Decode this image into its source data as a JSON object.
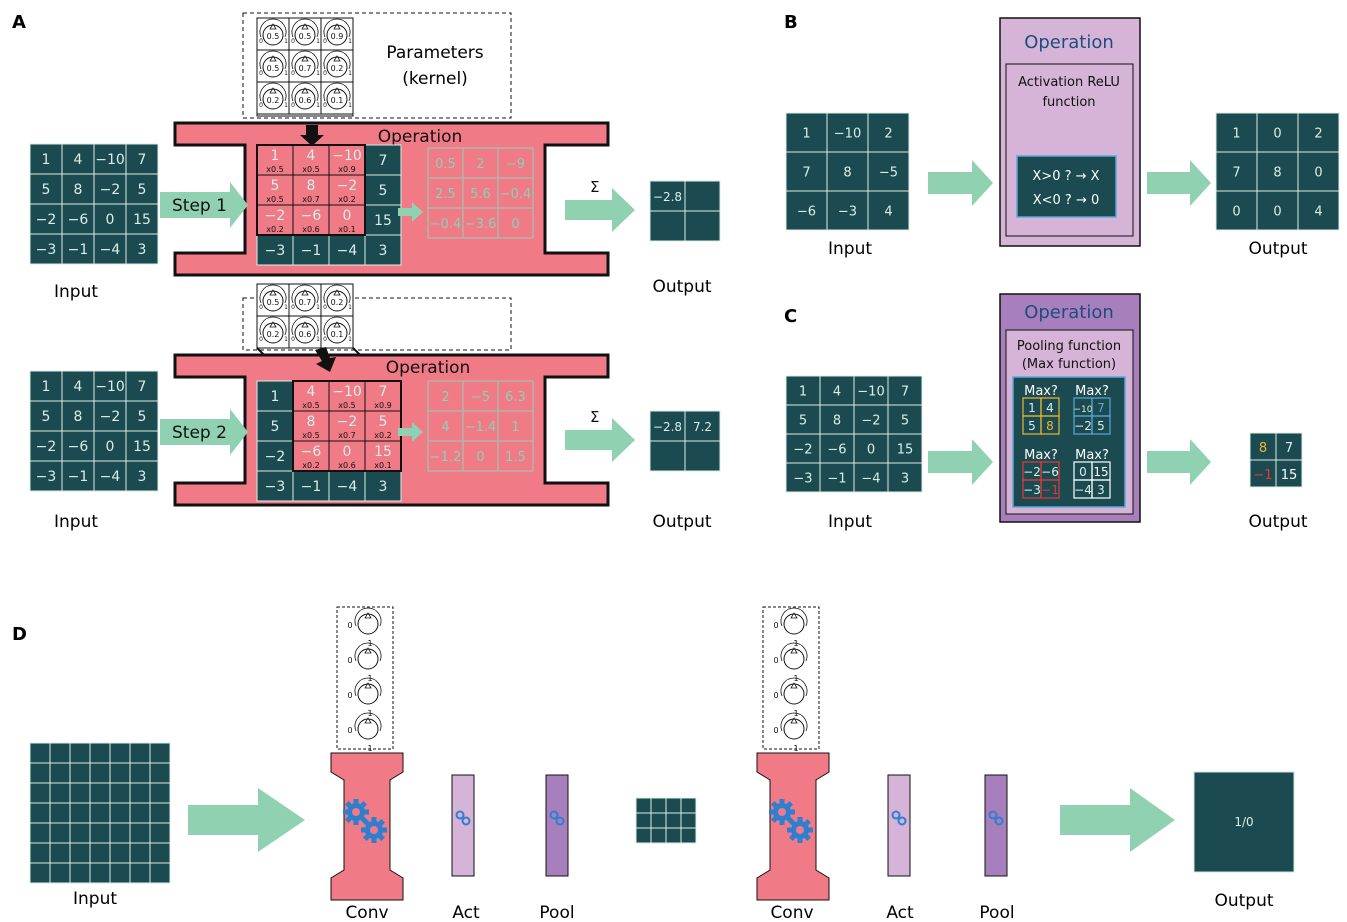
{
  "panels": {
    "a": "A",
    "b": "B",
    "c": "C",
    "d": "D"
  },
  "labels": {
    "input": "Input",
    "output": "Output",
    "operation": "Operation",
    "parameters_line1": "Parameters",
    "parameters_line2": "(kernel)",
    "step1": "Step 1",
    "step2": "Step 2",
    "sigma": "Σ",
    "activation_line1": "Activation ReLU",
    "activation_line2": "function",
    "relu_rule1": "X>0 ? → X",
    "relu_rule2": "X<0 ? → 0",
    "pooling_line1": "Pooling function",
    "pooling_line2": "(Max function)",
    "max_q": "Max?",
    "conv": "Conv",
    "act": "Act",
    "pool": "Pool",
    "final_output": "1/0"
  },
  "input_matrix": [
    [
      "1",
      "4",
      "−10",
      "7"
    ],
    [
      "5",
      "8",
      "−2",
      "5"
    ],
    [
      "−2",
      "−6",
      "0",
      "15"
    ],
    [
      "−3",
      "−1",
      "−4",
      "3"
    ]
  ],
  "kernel": [
    [
      "0.5",
      "0.5",
      "0.9"
    ],
    [
      "0.5",
      "0.7",
      "0.2"
    ],
    [
      "0.2",
      "0.6",
      "0.1"
    ]
  ],
  "step1": {
    "window": [
      [
        "1",
        "4",
        "−10"
      ],
      [
        "5",
        "8",
        "−2"
      ],
      [
        "−2",
        "−6",
        "0"
      ]
    ],
    "factors": [
      [
        "x0.5",
        "x0.5",
        "x0.9"
      ],
      [
        "x0.5",
        "x0.7",
        "x0.2"
      ],
      [
        "x0.2",
        "x0.6",
        "x0.1"
      ]
    ],
    "products": [
      [
        "0.5",
        "2",
        "−9"
      ],
      [
        "2.5",
        "5.6",
        "−0.4"
      ],
      [
        "−0.4",
        "−3.6",
        "0"
      ]
    ],
    "output": [
      "−2.8",
      "",
      "",
      " "
    ]
  },
  "step2": {
    "window": [
      [
        "4",
        "−10",
        "7"
      ],
      [
        "8",
        "−2",
        "5"
      ],
      [
        "−6",
        "0",
        "15"
      ]
    ],
    "factors": [
      [
        "x0.5",
        "x0.5",
        "x0.9"
      ],
      [
        "x0.5",
        "x0.7",
        "x0.2"
      ],
      [
        "x0.2",
        "x0.6",
        "x0.1"
      ]
    ],
    "products": [
      [
        "2",
        "−5",
        "6.3"
      ],
      [
        "4",
        "−1.4",
        "1"
      ],
      [
        "−1.2",
        "0",
        "1.5"
      ]
    ],
    "output": [
      "−2.8",
      "7.2",
      "",
      ""
    ]
  },
  "relu": {
    "input": [
      [
        "1",
        "−10",
        "2"
      ],
      [
        "7",
        "8",
        "−5"
      ],
      [
        "−6",
        "−3",
        "4"
      ]
    ],
    "output": [
      [
        "1",
        "0",
        "2"
      ],
      [
        "7",
        "8",
        "0"
      ],
      [
        "0",
        "0",
        "4"
      ]
    ]
  },
  "pool": {
    "q1": [
      "1",
      "4",
      "5",
      "8"
    ],
    "q2": [
      "−10",
      "7",
      "−2",
      "5"
    ],
    "q3": [
      "−2",
      "−6",
      "−3",
      "−1"
    ],
    "q4": [
      "0",
      "15",
      "−4",
      "3"
    ],
    "output": [
      "8",
      "7",
      "−1",
      "15"
    ]
  },
  "colors": {
    "teal": "#1b4a50",
    "cell_text": "#d8eee6",
    "pink": "#f07a86",
    "arrow": "#8fd1b1",
    "lilac": "#d6b4d8",
    "purple": "#a87fbd",
    "orange": "#f0b430",
    "blue": "#5aa9d6",
    "red": "#e8383a",
    "white": "#ffffff",
    "gear": "#2f7fd0"
  },
  "icons": {
    "gear": "gear-icon",
    "arrow": "arrow-right-icon",
    "neuron": "neuron-icon"
  }
}
